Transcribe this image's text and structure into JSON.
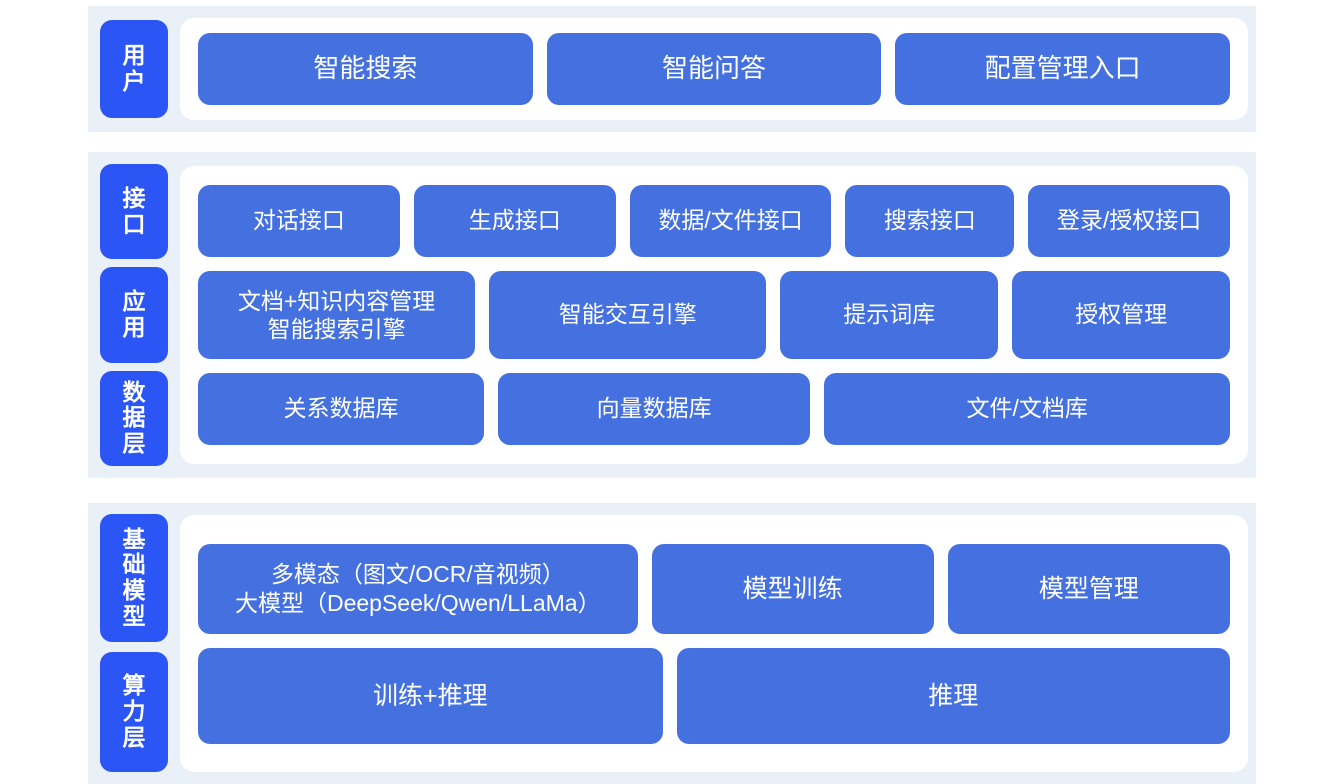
{
  "colors": {
    "panel_background": "#eaf0f8",
    "card_background": "#ffffff",
    "rail_tab": "#2b55f5",
    "content_box": "#4571e0",
    "text_on_blue": "#ffffff",
    "page_background": "#ffffff"
  },
  "sections": {
    "user": {
      "rail_label": "用户",
      "boxes": [
        {
          "label": "智能搜索"
        },
        {
          "label": "智能问答"
        },
        {
          "label": "配置管理入口"
        }
      ]
    },
    "middle": {
      "rails": [
        {
          "label": "接口"
        },
        {
          "label": "应用"
        },
        {
          "label": "数据层"
        }
      ],
      "rows": {
        "interface": [
          {
            "label": "对话接口"
          },
          {
            "label": "生成接口"
          },
          {
            "label": "数据/文件接口"
          },
          {
            "label": "搜索接口"
          },
          {
            "label": "登录/授权接口"
          }
        ],
        "application": [
          {
            "label": "文档+知识内容管理\n智能搜索引擎"
          },
          {
            "label": "智能交互引擎"
          },
          {
            "label": "提示词库"
          },
          {
            "label": "授权管理"
          }
        ],
        "data": [
          {
            "label": "关系数据库"
          },
          {
            "label": "向量数据库"
          },
          {
            "label": "文件/文档库"
          }
        ]
      }
    },
    "infra": {
      "rails": [
        {
          "label": "基础模型"
        },
        {
          "label": "算力层"
        }
      ],
      "rows": {
        "model": [
          {
            "label": "多模态（图文/OCR/音视频）\n大模型（DeepSeek/Qwen/LLaMa）"
          },
          {
            "label": "模型训练"
          },
          {
            "label": "模型管理"
          }
        ],
        "compute": [
          {
            "label": "训练+推理"
          },
          {
            "label": "推理"
          }
        ]
      }
    }
  }
}
